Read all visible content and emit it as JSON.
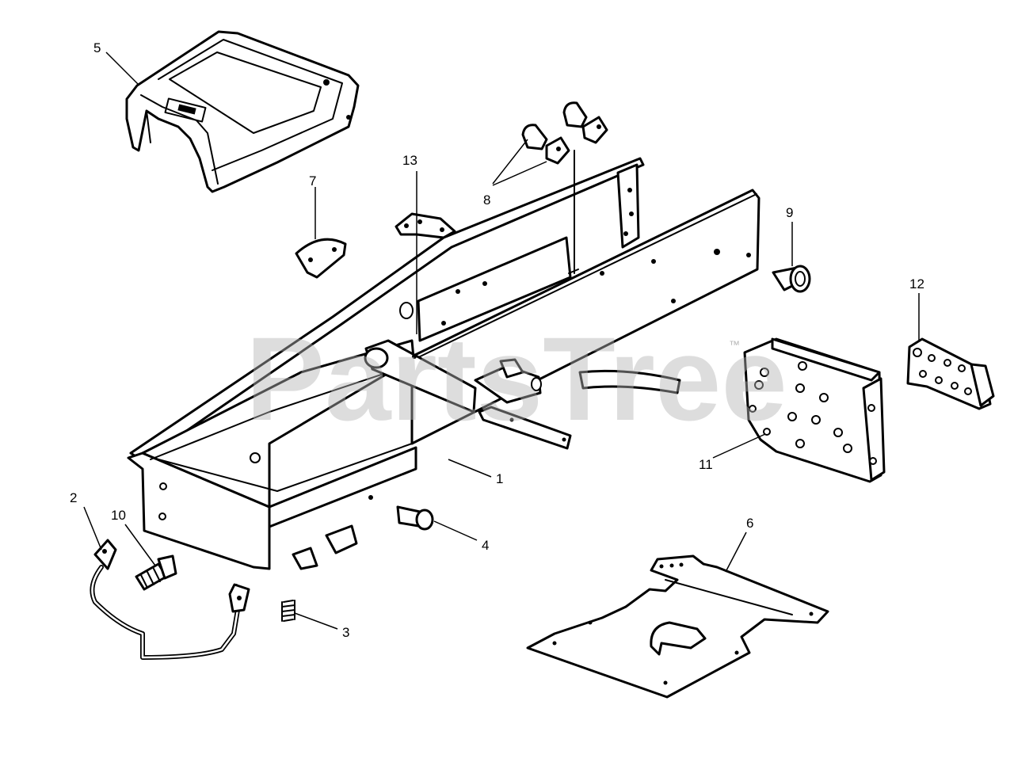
{
  "watermark": {
    "text": "PartsTree",
    "trademark": "™",
    "color": "#b4b4b4"
  },
  "callouts": [
    {
      "id": "1",
      "label": "1",
      "part": "main-frame"
    },
    {
      "id": "2",
      "label": "2",
      "part": "bumper-bracket"
    },
    {
      "id": "3",
      "label": "3",
      "part": "spring"
    },
    {
      "id": "4",
      "label": "4",
      "part": "shoulder-bolt"
    },
    {
      "id": "5",
      "label": "5",
      "part": "seat-pan"
    },
    {
      "id": "6",
      "label": "6",
      "part": "floor-plate"
    },
    {
      "id": "7",
      "label": "7",
      "part": "curved-bracket"
    },
    {
      "id": "8",
      "label": "8",
      "part": "clips"
    },
    {
      "id": "9",
      "label": "9",
      "part": "bushing"
    },
    {
      "id": "10",
      "label": "10",
      "part": "bolt"
    },
    {
      "id": "11",
      "label": "11",
      "part": "mounting-plate"
    },
    {
      "id": "12",
      "label": "12",
      "part": "hinge-plate"
    },
    {
      "id": "13",
      "label": "13",
      "part": "small-bracket"
    }
  ]
}
